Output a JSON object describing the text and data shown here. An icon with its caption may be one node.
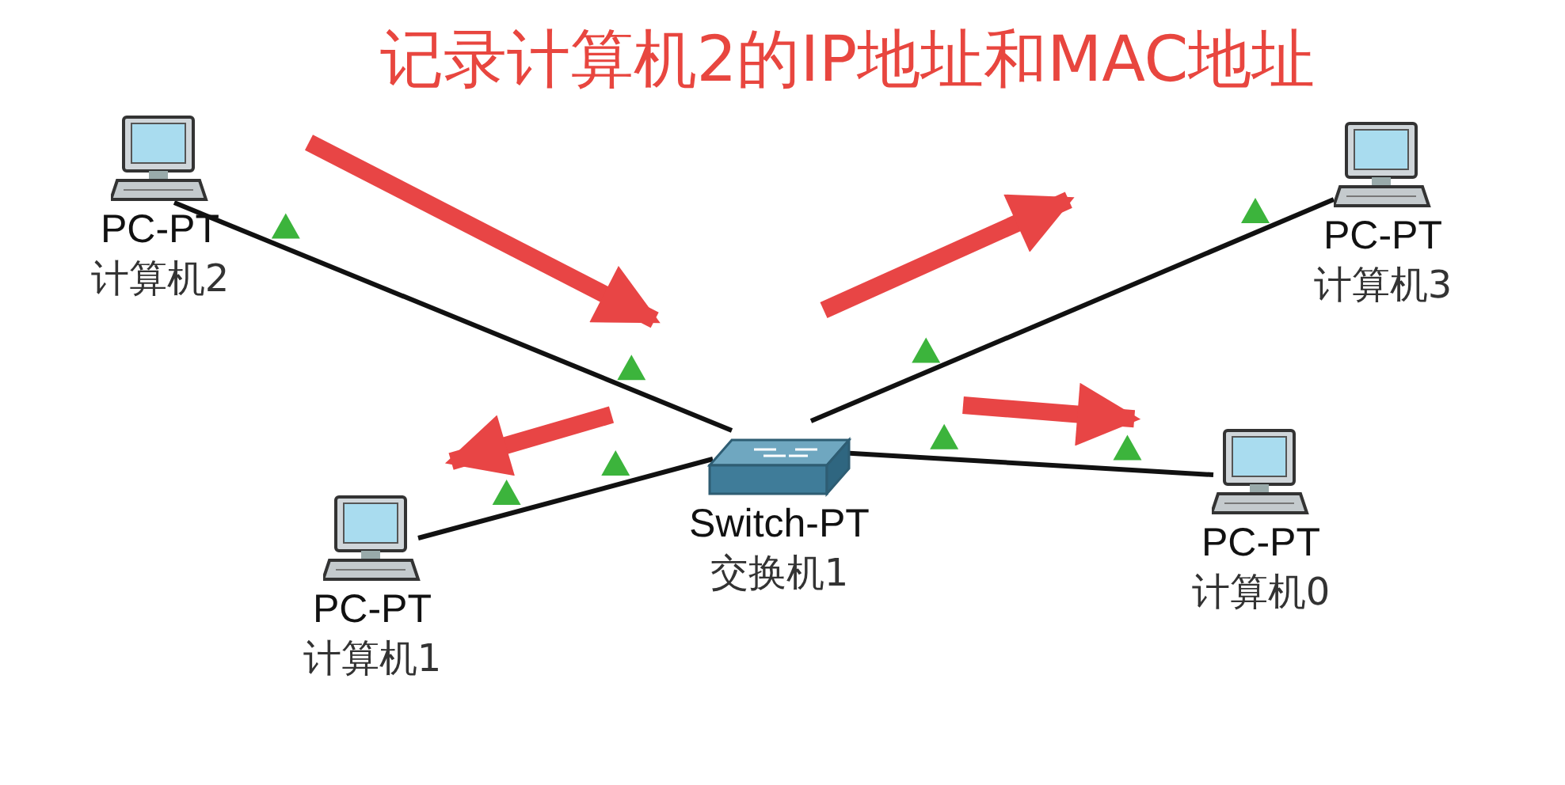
{
  "diagram": {
    "nodes": [
      {
        "text": [
          "记录计算机2的IP地址和MAC地址"
        ]
      },
      {
        "text": [
          "PC-PT",
          "计算机2"
        ]
      },
      {
        "text": [
          "PC-PT",
          "计算机3"
        ]
      },
      {
        "text": [
          "Switch-PT",
          "交换机1"
        ]
      },
      {
        "text": [
          "PC-PT",
          "计算机1"
        ]
      },
      {
        "text": [
          "PC-PT",
          "计算机0"
        ]
      }
    ],
    "edges": [
      {
        "from": 1,
        "to": 3,
        "arrow": "none"
      },
      {
        "from": 3,
        "to": 2,
        "arrow": "none"
      },
      {
        "from": 4,
        "to": 3,
        "arrow": "none"
      },
      {
        "from": 3,
        "to": 5,
        "arrow": "none"
      },
      {
        "from": 0,
        "to": 3,
        "arrow": "to",
        "style": "thick",
        "color": "#e84545"
      }
    ]
  }
}
